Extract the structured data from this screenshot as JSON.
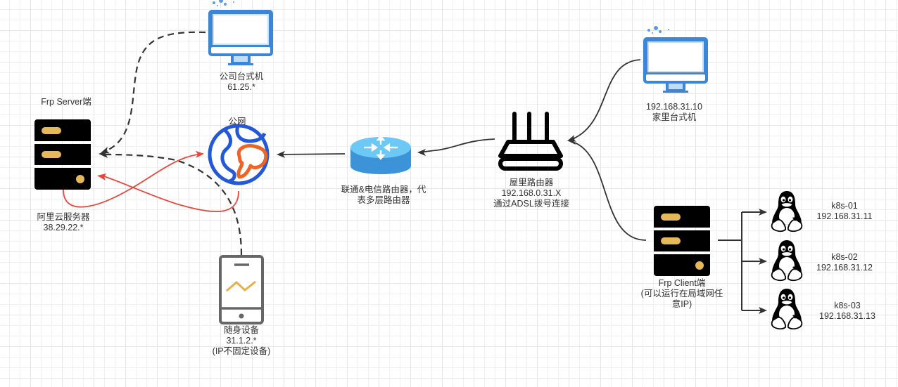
{
  "diagram": {
    "title": "FRP intranet penetration network topology",
    "colors": {
      "line_dark": "#333333",
      "line_red": "#e8463a",
      "monitor_blue": "#3b86d6",
      "monitor_light": "#c2dcf5",
      "globe_blue": "#2358d8",
      "globe_orange": "#ee6424",
      "server_black": "#000000",
      "server_led": "#e5b95a",
      "router_blue_top": "#6cc8f5",
      "router_blue_side": "#3c93d8",
      "phone_gray": "#666666",
      "phone_wave": "#e8b04a"
    },
    "nodes": {
      "frp_server": {
        "title": "Frp Server端",
        "lines": [
          "阿里云服务器",
          "38.29.22.*"
        ],
        "icon": "server-icon"
      },
      "office_pc": {
        "lines": [
          "公司台式机",
          "61.25.*"
        ],
        "icon": "desktop-monitor-icon"
      },
      "internet": {
        "title": "公网",
        "icon": "globe-icon"
      },
      "mobile": {
        "lines": [
          "随身设备",
          "31.1.2.*",
          "(IP不固定设备)"
        ],
        "icon": "mobile-phone-icon"
      },
      "isp_router": {
        "lines": [
          "联通&电信路由器，代",
          "表多层路由器"
        ],
        "icon": "router-icon"
      },
      "home_router": {
        "lines": [
          "屋里路由器",
          "192.168.0.31.X",
          "通过ADSL拨号连接"
        ],
        "icon": "wifi-router-icon"
      },
      "home_pc": {
        "lines": [
          "192.168.31.10",
          "家里台式机"
        ],
        "icon": "desktop-monitor-icon"
      },
      "frp_client": {
        "lines": [
          "Frp Client端",
          "(可以运行在局域网任",
          "意IP)"
        ],
        "icon": "server-icon"
      },
      "k8s": [
        {
          "name": "k8s-01",
          "ip": "192.168.31.11",
          "icon": "linux-tux-icon"
        },
        {
          "name": "k8s-02",
          "ip": "192.168.31.12",
          "icon": "linux-tux-icon"
        },
        {
          "name": "k8s-03",
          "ip": "192.168.31.13",
          "icon": "linux-tux-icon"
        }
      ]
    },
    "edges": [
      {
        "from": "office_pc",
        "to": "frp_server",
        "style": "dashed"
      },
      {
        "from": "mobile",
        "to": "frp_server",
        "style": "dashed"
      },
      {
        "from": "frp_server",
        "to": "internet",
        "style": "solid-red"
      },
      {
        "from": "internet",
        "to": "frp_server",
        "style": "solid-red"
      },
      {
        "from": "isp_router",
        "to": "internet",
        "style": "solid"
      },
      {
        "from": "home_router",
        "to": "isp_router",
        "style": "solid"
      },
      {
        "from": "home_pc",
        "to": "home_router",
        "style": "solid"
      },
      {
        "from": "frp_client",
        "to": "home_router",
        "style": "solid"
      },
      {
        "from": "frp_client",
        "to": "k8s-01",
        "style": "orthogonal"
      },
      {
        "from": "frp_client",
        "to": "k8s-02",
        "style": "orthogonal"
      },
      {
        "from": "frp_client",
        "to": "k8s-03",
        "style": "orthogonal"
      }
    ]
  }
}
